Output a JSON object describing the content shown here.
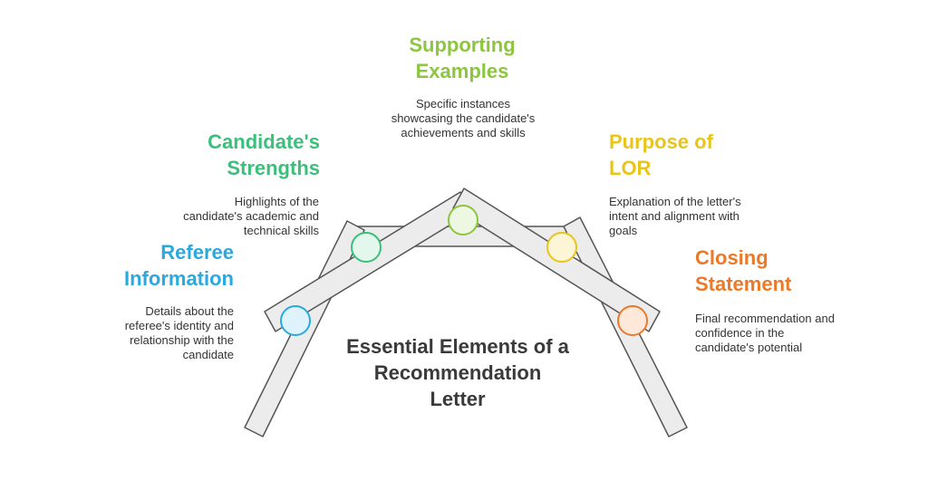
{
  "diagram": {
    "title": "Essential Elements of a Recommendation Letter",
    "items": [
      {
        "title": "Referee Information",
        "description": "Details about the referee's identity and relationship with the candidate",
        "color": "#29a9e0",
        "fill": "#dff3fc"
      },
      {
        "title": "Candidate's Strengths",
        "description": "Highlights of the candidate's academic and technical skills",
        "color": "#3bbf7a",
        "fill": "#e3f7ec"
      },
      {
        "title": "Supporting Examples",
        "description": "Specific instances showcasing the candidate's achievements and skills",
        "color": "#8cc63f",
        "fill": "#edf7e1"
      },
      {
        "title": "Purpose of LOR",
        "description": "Explanation of the letter's intent and alignment with goals",
        "color": "#e8c51a",
        "fill": "#fcf6d6"
      },
      {
        "title": "Closing Statement",
        "description": "Final recommendation and confidence in the candidate's potential",
        "color": "#ea7a2a",
        "fill": "#fde8da"
      }
    ]
  }
}
